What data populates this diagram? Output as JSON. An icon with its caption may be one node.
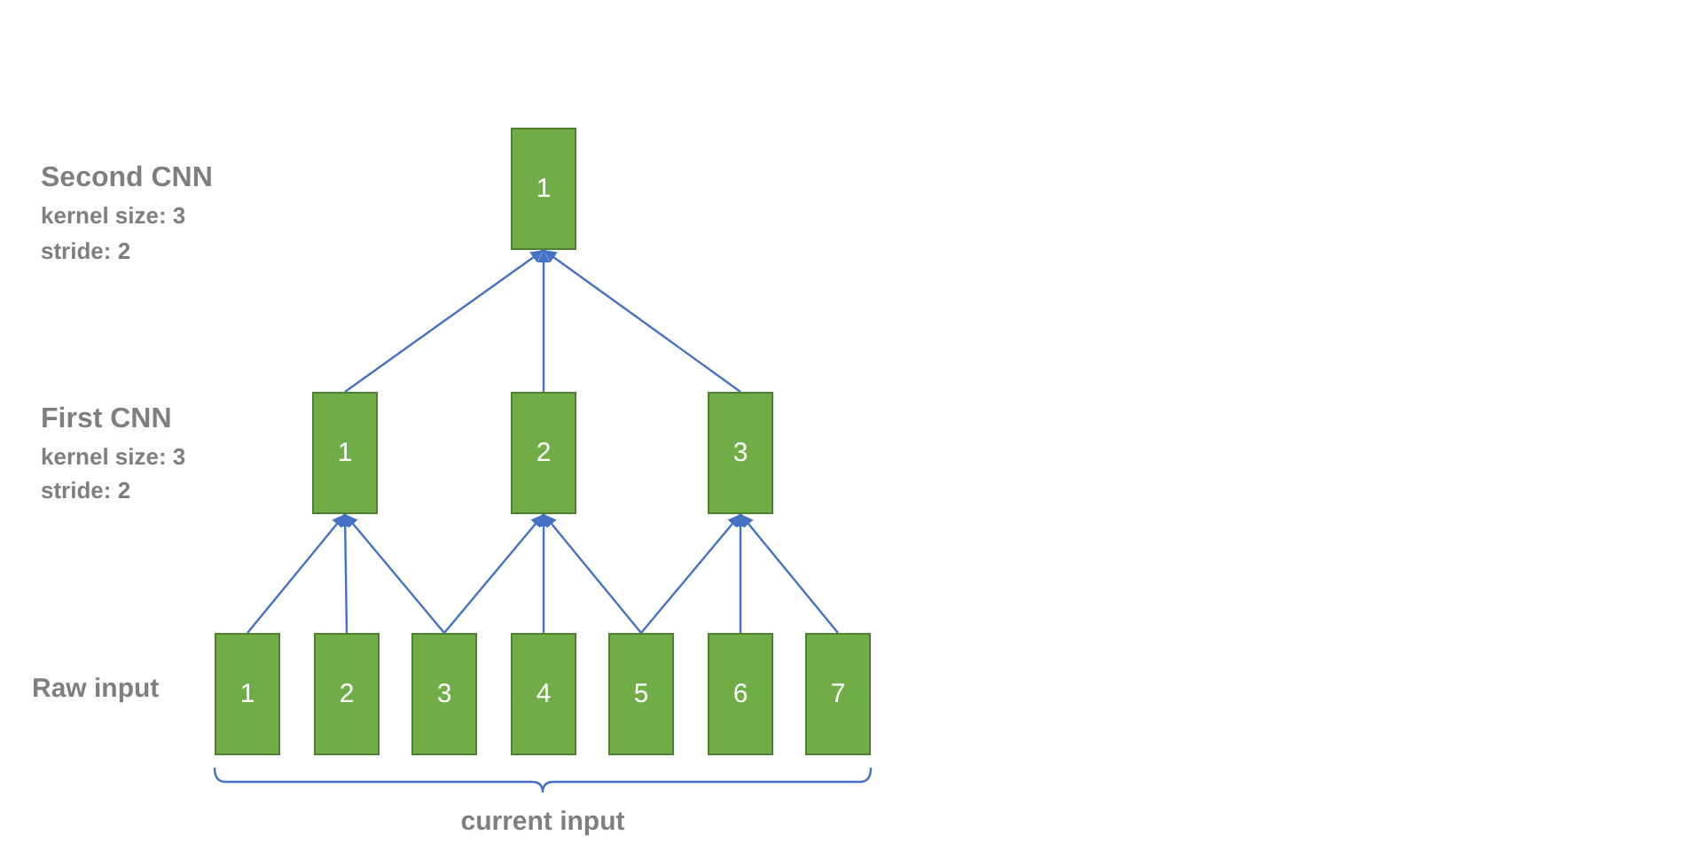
{
  "diagram": {
    "nodes": [
      {
        "text": [
          "1"
        ]
      },
      {
        "text": [
          "1"
        ]
      },
      {
        "text": [
          "2"
        ]
      },
      {
        "text": [
          "3"
        ]
      },
      {
        "text": [
          "1"
        ]
      },
      {
        "text": [
          "2"
        ]
      },
      {
        "text": [
          "3"
        ]
      },
      {
        "text": [
          "4"
        ]
      },
      {
        "text": [
          "5"
        ]
      },
      {
        "text": [
          "6"
        ]
      },
      {
        "text": [
          "7"
        ]
      }
    ],
    "edges": [
      {
        "from": 1,
        "to": 0,
        "arrow": "to"
      },
      {
        "from": 2,
        "to": 0,
        "arrow": "to"
      },
      {
        "from": 3,
        "to": 0,
        "arrow": "to"
      },
      {
        "from": 4,
        "to": 1,
        "arrow": "to"
      },
      {
        "from": 5,
        "to": 1,
        "arrow": "to"
      },
      {
        "from": 6,
        "to": 1,
        "arrow": "to"
      },
      {
        "from": 6,
        "to": 2,
        "arrow": "to"
      },
      {
        "from": 7,
        "to": 2,
        "arrow": "to"
      },
      {
        "from": 8,
        "to": 2,
        "arrow": "to"
      },
      {
        "from": 8,
        "to": 3,
        "arrow": "to"
      },
      {
        "from": 9,
        "to": 3,
        "arrow": "to"
      },
      {
        "from": 10,
        "to": 3,
        "arrow": "to"
      }
    ],
    "labels": [
      "Second CNN",
      "kernel size: 3",
      "stride: 2",
      "First CNN",
      "kernel size: 3",
      "stride: 2",
      "Raw input",
      "current input"
    ]
  }
}
